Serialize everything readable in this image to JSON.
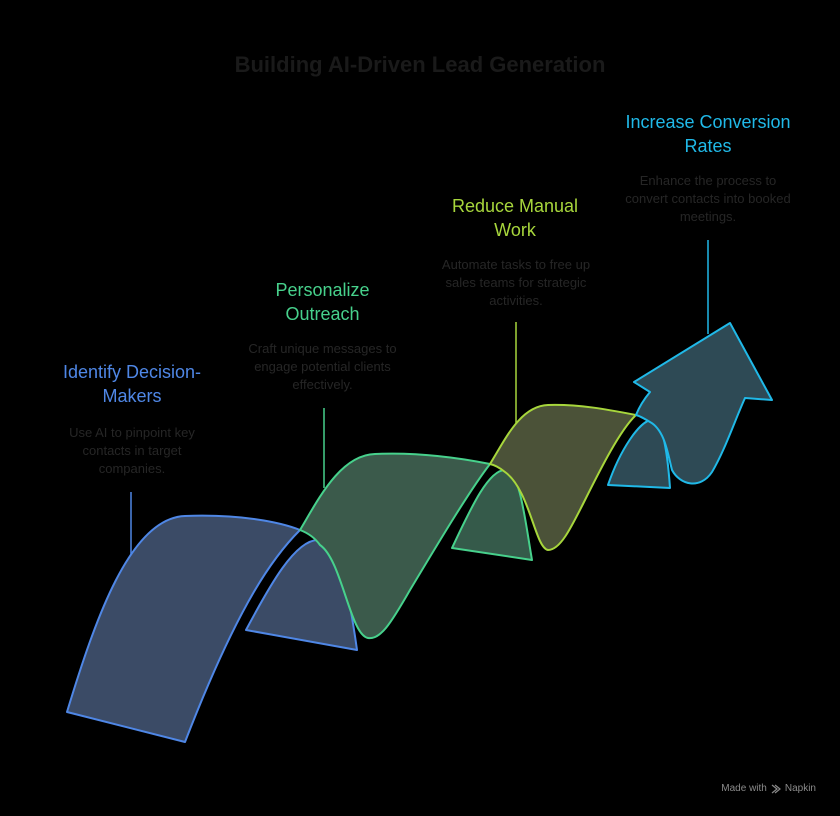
{
  "title": "Building AI-Driven Lead Generation",
  "steps": [
    {
      "title": "Identify Decision-Makers",
      "description": "Use AI to pinpoint key contacts in target companies.",
      "color": "#4f87e6"
    },
    {
      "title": "Personalize Outreach",
      "description": "Craft unique messages to engage potential clients effectively.",
      "color": "#47d18c"
    },
    {
      "title": "Reduce Manual Work",
      "description": "Automate tasks to free up sales teams for strategic activities.",
      "color": "#a7d63c"
    },
    {
      "title": "Increase Conversion Rates",
      "description": "Enhance the process to convert contacts into booked meetings.",
      "color": "#20b9e8"
    }
  ],
  "footer": {
    "made_with": "Made with",
    "brand": "Napkin",
    "brand_icon": "napkin-logo-icon"
  }
}
